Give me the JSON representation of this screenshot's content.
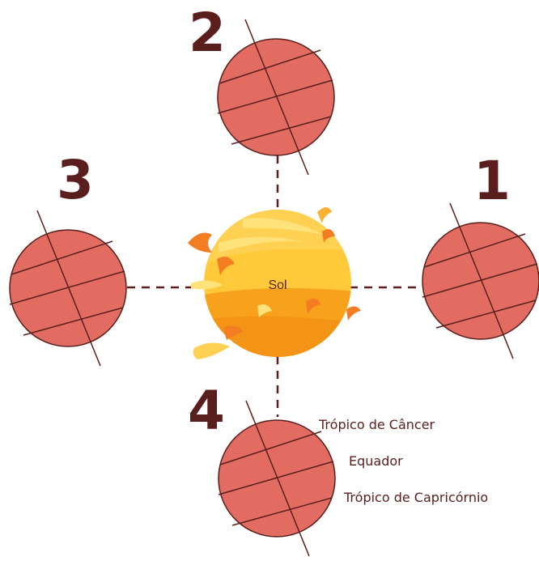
{
  "sun": {
    "label": "Sol"
  },
  "positions": [
    "1",
    "2",
    "3",
    "4"
  ],
  "labels": {
    "cancer": "Trópico de Câncer",
    "equator": "Equador",
    "capricorn": "Trópico de Capricórnio"
  },
  "colors": {
    "planet_fill": "#e26c61",
    "planet_stroke": "#5a1f1d",
    "sun_light": "#ffd152",
    "sun_dark": "#f7a31c",
    "flame": "#f47c22",
    "text": "#5a1f1d",
    "dashed_line": "#5a1f1d"
  }
}
